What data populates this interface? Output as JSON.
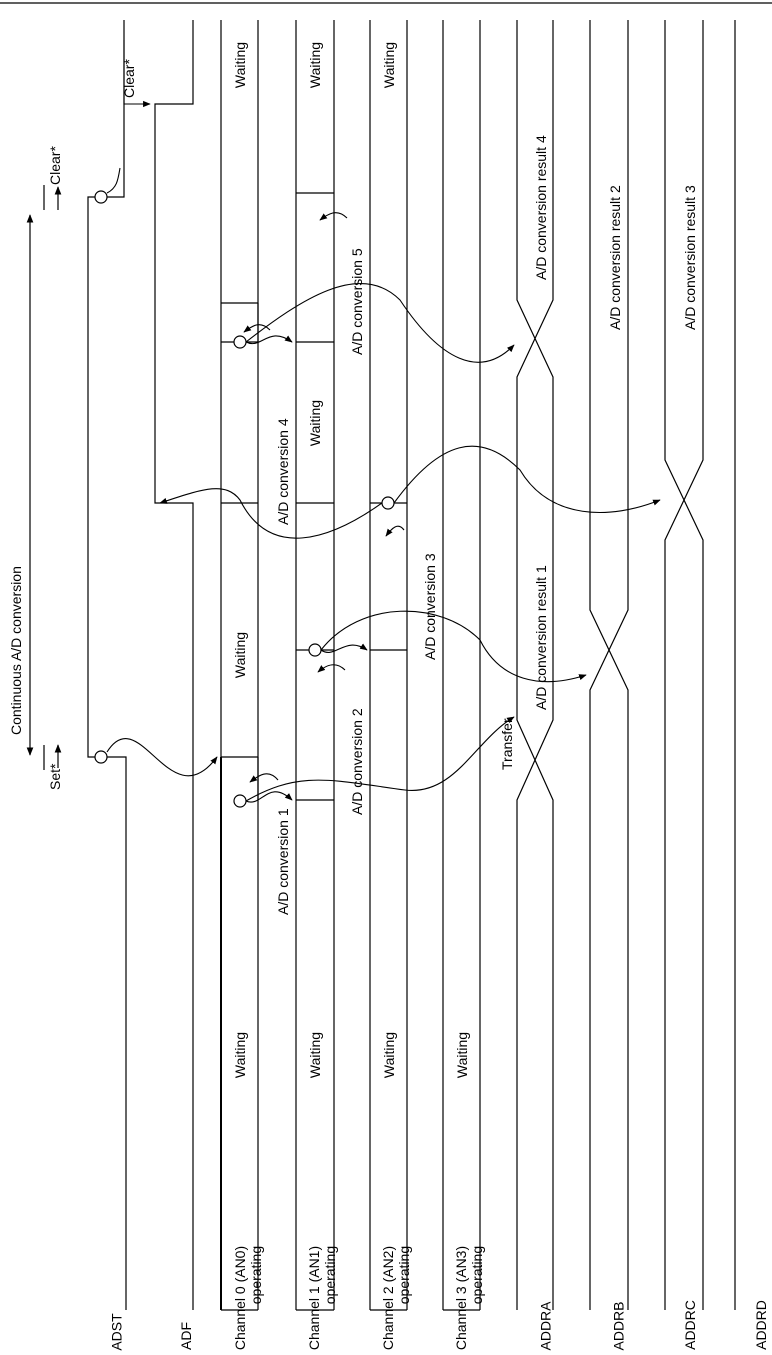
{
  "signals": [
    {
      "id": "adst",
      "line1": "ADST",
      "line2": ""
    },
    {
      "id": "adf",
      "line1": "ADF",
      "line2": ""
    },
    {
      "id": "ch0",
      "line1": "Channel 0 (AN0)",
      "line2": "operating"
    },
    {
      "id": "ch1",
      "line1": "Channel 1 (AN1)",
      "line2": "operating"
    },
    {
      "id": "ch2",
      "line1": "Channel 2 (AN2)",
      "line2": "operating"
    },
    {
      "id": "ch3",
      "line1": "Channel 3 (AN3)",
      "line2": "operating"
    },
    {
      "id": "addra",
      "line1": "ADDRA",
      "line2": ""
    },
    {
      "id": "addrb",
      "line1": "ADDRB",
      "line2": ""
    },
    {
      "id": "addrc",
      "line1": "ADDRC",
      "line2": ""
    },
    {
      "id": "addrd",
      "line1": "ADDRD",
      "line2": ""
    }
  ],
  "labels": {
    "continuous": "Continuous A/D conversion",
    "set": "Set*",
    "clear_adst": "Clear*",
    "clear_adf": "Clear*",
    "waiting": "Waiting",
    "transfer": "Transfer",
    "conv1": "A/D conversion 1",
    "conv2": "A/D conversion 2",
    "conv3": "A/D conversion 3",
    "conv4": "A/D conversion 4",
    "conv5": "A/D conversion 5",
    "result1": "A/D conversion result 1",
    "result2": "A/D conversion result 2",
    "result3": "A/D conversion result 3",
    "result4": "A/D conversion result 4"
  }
}
